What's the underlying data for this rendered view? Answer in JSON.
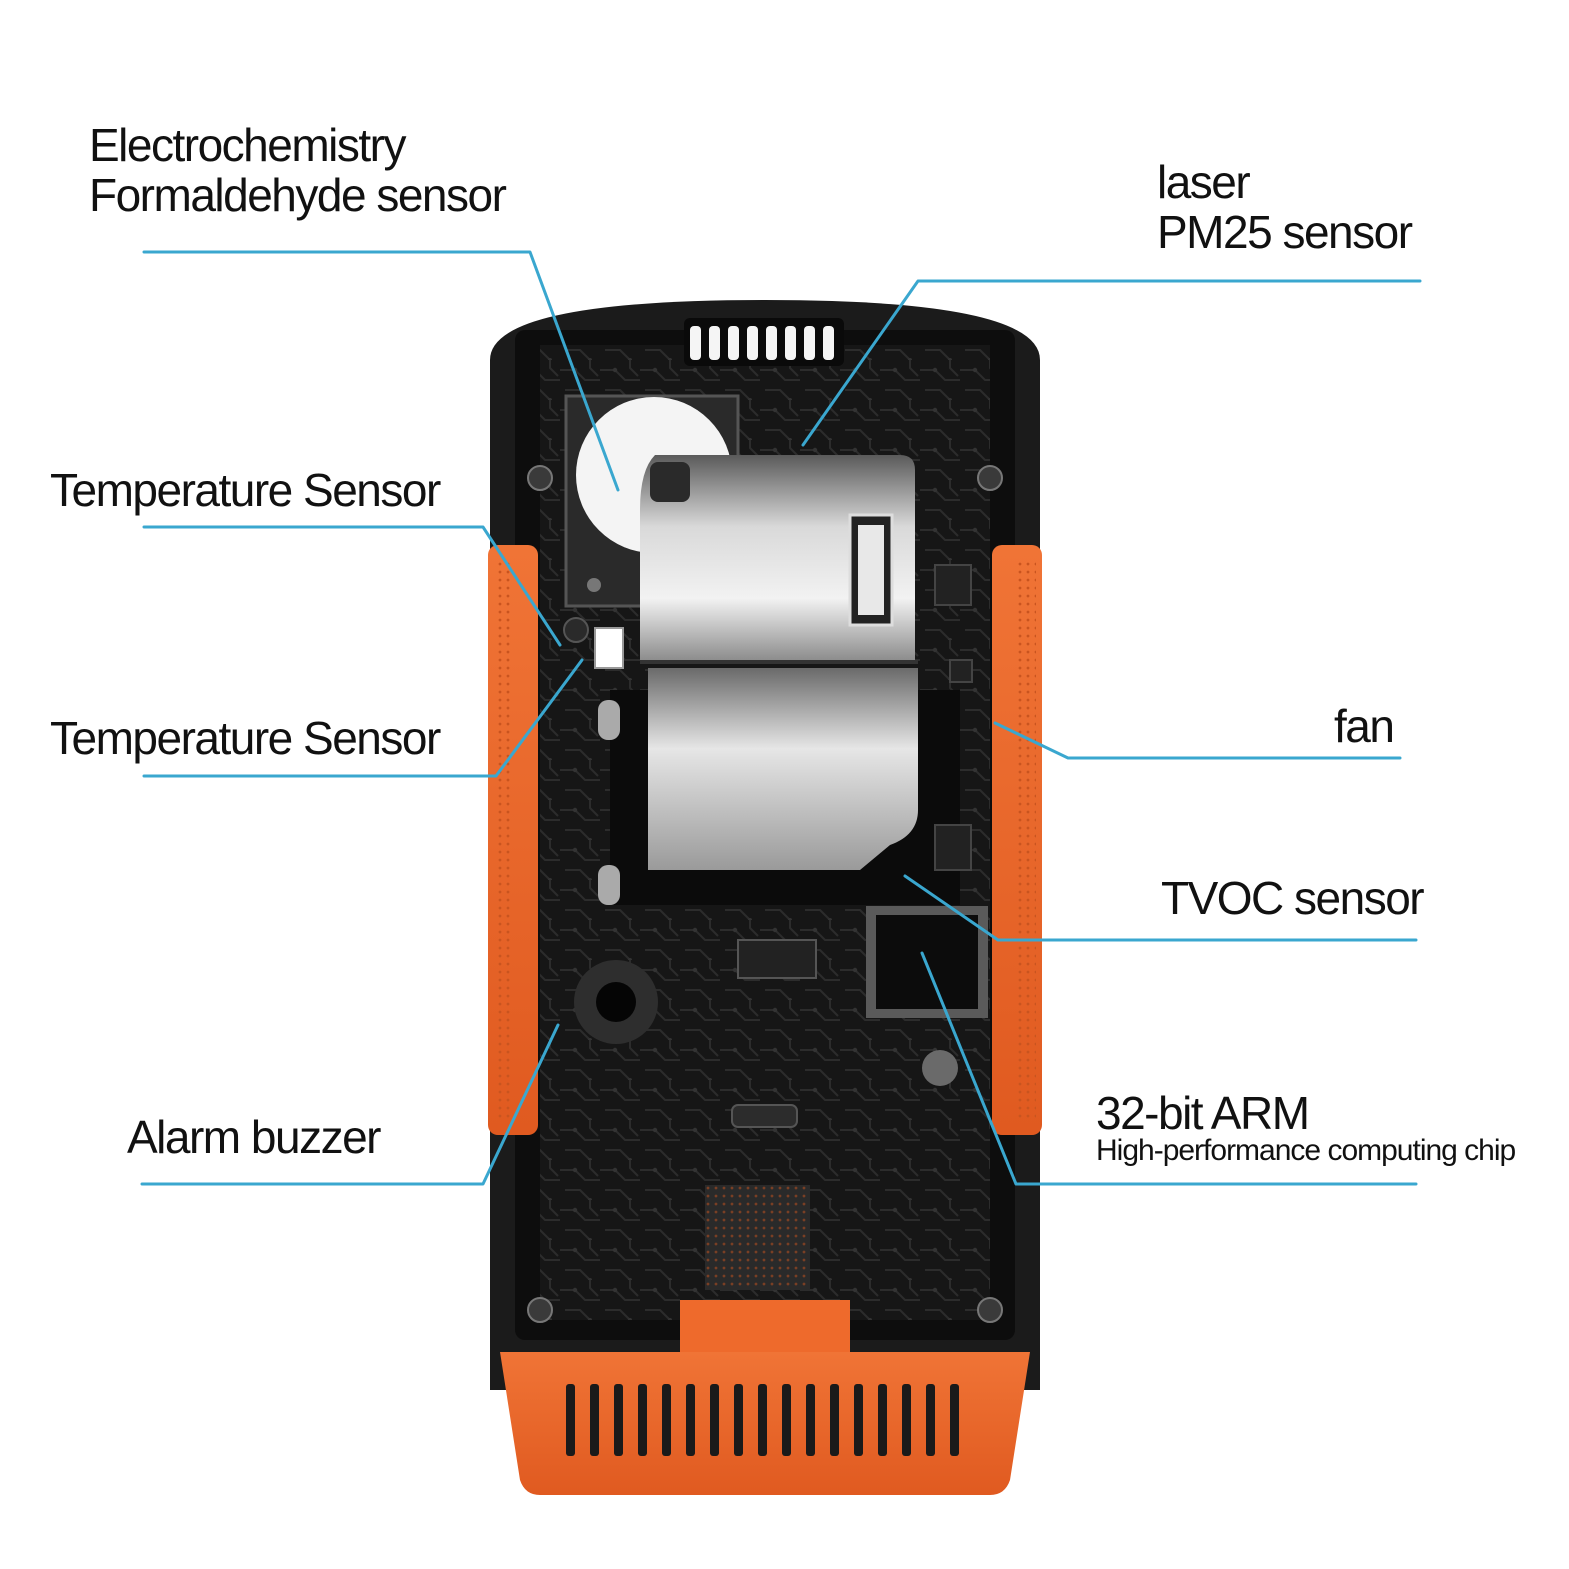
{
  "labels": {
    "formaldehyde": {
      "line1": "Electrochemistry",
      "line2": "Formaldehyde sensor"
    },
    "pm25": {
      "line1": "laser",
      "line2": "PM25 sensor"
    },
    "temp1": "Temperature Sensor",
    "temp2": "Temperature Sensor",
    "fan": "fan",
    "tvoc": "TVOC sensor",
    "buzzer": "Alarm buzzer",
    "arm": {
      "line1": "32-bit ARM",
      "line2": "High-performance computing chip"
    }
  },
  "colors": {
    "leader": "#3aa7cf",
    "orange": "#ee6a2c",
    "body": "#1b1b1b",
    "pcb": "#151515",
    "metal": "#b9b9b9"
  }
}
